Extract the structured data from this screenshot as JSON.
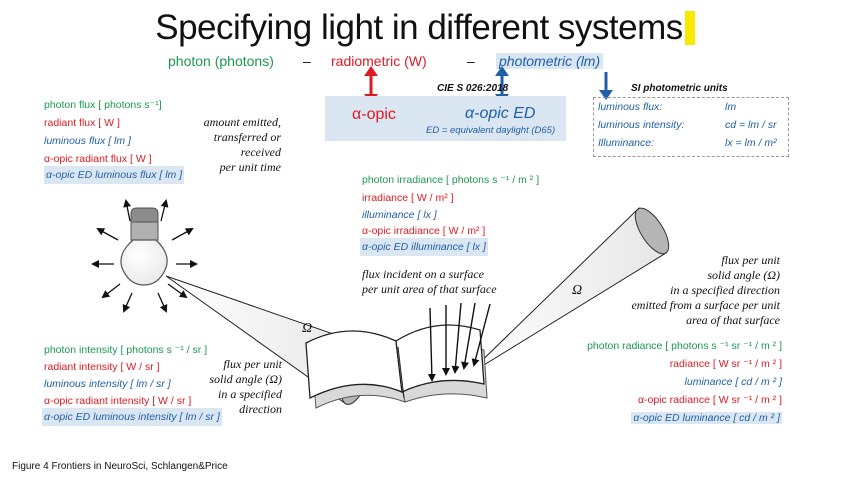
{
  "title": "Specifying light in different systems",
  "systems": {
    "photon": "photon (photons)",
    "sep1": "–",
    "radiometric": "radiometric (W)",
    "sep2": "–",
    "photometric": "photometric (lm)"
  },
  "cie": {
    "label": "CIE S 026:2018",
    "aopic": "α-opic",
    "aopic_ed": "α-opic ED",
    "ed_note": "ED = equivalent daylight (D65)"
  },
  "si": {
    "label": "SI photometric units",
    "rows": [
      {
        "name": "luminous flux:",
        "unit": "lm"
      },
      {
        "name": "luminous intensity:",
        "unit": "cd = lm / sr"
      },
      {
        "name": "Illuminance:",
        "unit": "lx = lm / m²"
      }
    ]
  },
  "flux": {
    "items": [
      "photon flux [ photons s⁻¹]",
      "radiant flux [ W ]",
      "luminous flux [ lm ]",
      "α-opic radiant flux [ W ]",
      "α-opic ED luminous flux [ lm ]"
    ],
    "note": [
      "amount emitted,",
      "transferred or",
      "received",
      "per unit time"
    ]
  },
  "irradiance": {
    "items": [
      "photon irradiance [ photons  s ⁻¹ / m ² ]",
      "irradiance [ W / m² ]",
      "illuminance [ lx ]",
      "α-opic irradiance [ W / m² ]",
      "α-opic ED illuminance  [ lx ]"
    ],
    "note": [
      "flux incident on a surface",
      "per unit area of that surface"
    ]
  },
  "radiance": {
    "note": [
      "flux per unit",
      "solid angle (Ω)",
      "in a specified direction",
      "emitted from a surface per unit",
      "area  of that surface"
    ],
    "items": [
      "photon radiance [ photons  s ⁻¹ sr ⁻¹ / m ² ]",
      "radiance  [ W  sr ⁻¹ / m ² ]",
      "luminance [ cd /  m ² ]",
      "α-opic radiance [ W  sr ⁻¹ / m ² ]",
      "α-opic ED luminance [ cd / m ² ]"
    ]
  },
  "intensity": {
    "items": [
      "photon intensity [ photons  s ⁻¹  / sr ]",
      "radiant intensity [ W / sr ]",
      "luminous intensity [ lm / sr ]",
      "α-opic radiant intensity [ W / sr ]",
      "α-opic ED luminous intensity [ lm / sr ]"
    ],
    "note": [
      "flux per unit",
      "solid angle (Ω)",
      "in a specified",
      "direction"
    ]
  },
  "omega": "Ω",
  "caption": "Figure 4 Frontiers in NeuroSci, Schlangen&Price",
  "colors": {
    "photon": "#1b9a4f",
    "radiometric": "#e01a22",
    "photometric": "#1f5fa8",
    "highlight": "#dbe6f3",
    "title_mark": "#f7ea00"
  }
}
